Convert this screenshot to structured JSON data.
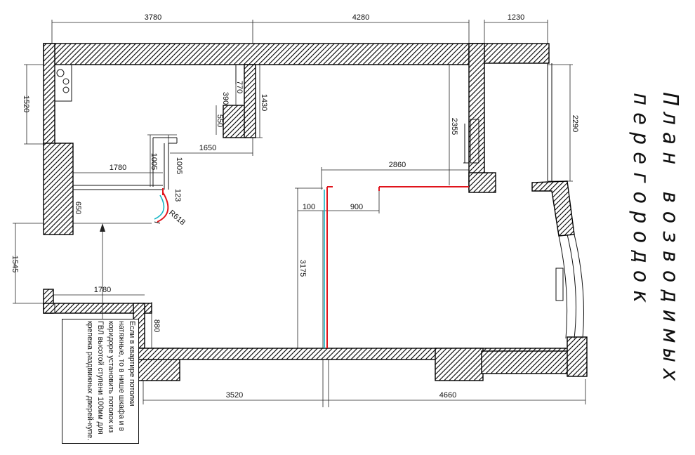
{
  "title": {
    "line1": "План возводимых",
    "line2": "перегородок"
  },
  "note": "Если в квартире потолки натяжные, то в нише шкафа и в коридоре установить потолок из ГВЛ высотой ступени 100мм для крепежа раздвижных дверей-купе.",
  "dimensions": {
    "top_left": "3780",
    "top_middle": "4280",
    "top_right": "1230",
    "left_upper": "1520",
    "left_lower": "1545",
    "niche_770": "770",
    "niche_390": "390",
    "niche_550": "550",
    "niche_1430": "1430",
    "v_1005_a": "1005",
    "v_1005_b": "1005",
    "h_1650": "1650",
    "h_1780_upper": "1780",
    "h_1780_lower": "1780",
    "v_123": "123",
    "v_650": "650",
    "radius": "R618",
    "v_880": "880",
    "v_2355": "2355",
    "h_2860": "2860",
    "h_100": "100",
    "h_900": "900",
    "v_3175": "3175",
    "right_2290": "2290",
    "bottom_left": "3520",
    "bottom_right": "4660"
  },
  "colors": {
    "new_partition": "#e0141c",
    "guide_line": "#12b4c4",
    "ink": "#111111"
  }
}
